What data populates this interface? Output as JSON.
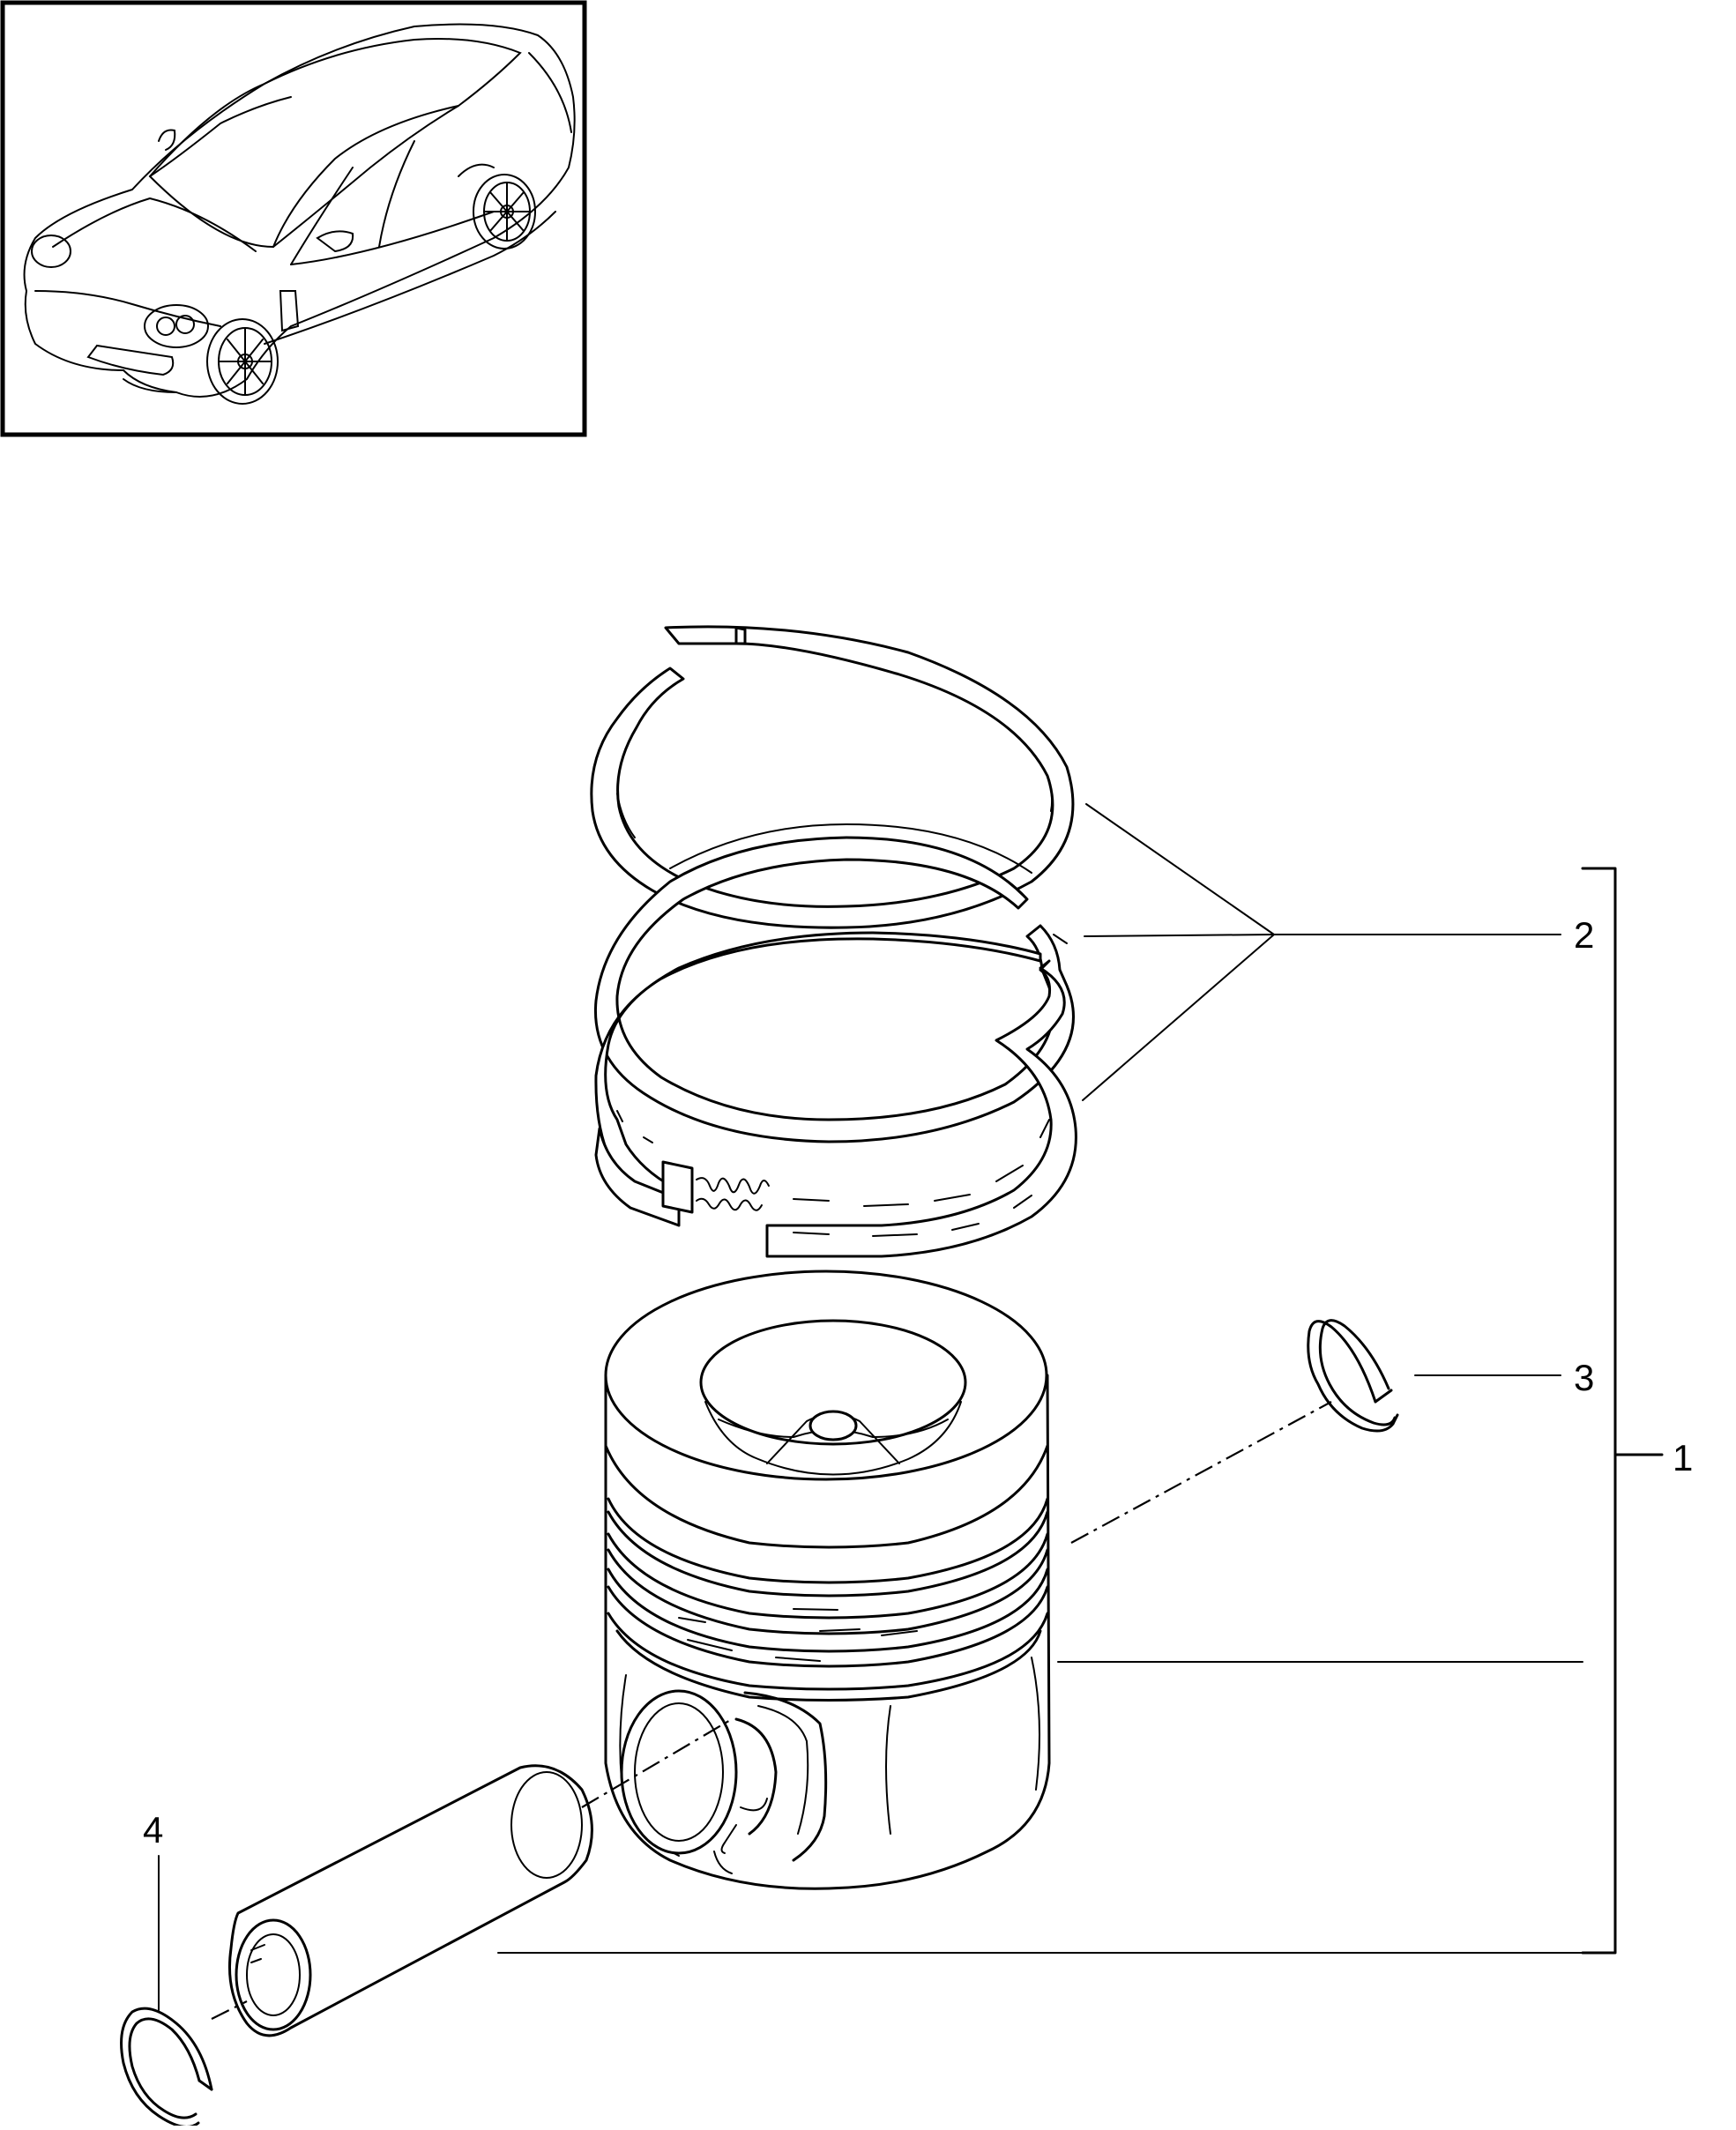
{
  "thumbnail": {
    "icon": "car-icon"
  },
  "callouts": {
    "item1": {
      "label": "1"
    },
    "item2": {
      "label": "2"
    },
    "item3": {
      "label": "3"
    },
    "item4": {
      "label": "4"
    }
  },
  "parts": {
    "piston_rings": {
      "icon": "piston-ring-icon"
    },
    "piston": {
      "icon": "piston-icon"
    },
    "circlip_right": {
      "icon": "circlip-icon"
    },
    "circlip_left": {
      "icon": "circlip-icon"
    },
    "piston_pin": {
      "icon": "piston-pin-icon"
    }
  }
}
